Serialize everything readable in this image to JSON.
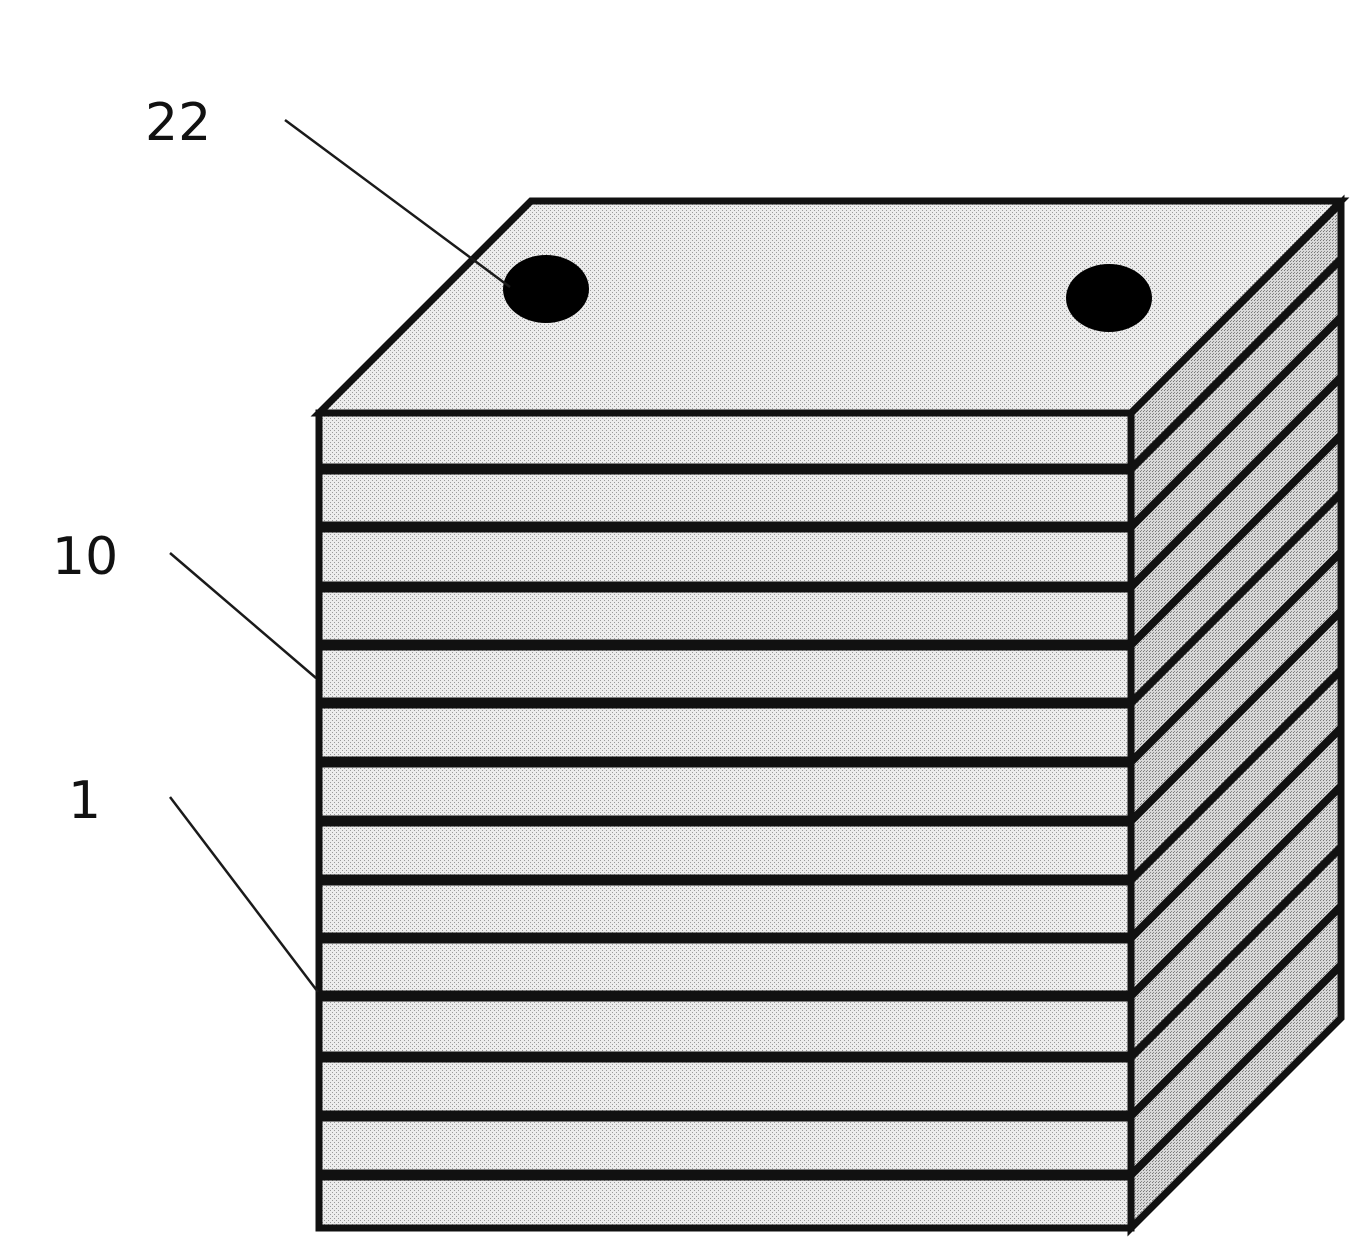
{
  "figure": {
    "labels": {
      "ref_22": "22",
      "ref_10": "10",
      "ref_1": "1"
    },
    "stack": {
      "plate_count": 14,
      "hole_count": 2
    },
    "colors": {
      "background": "#ffffff",
      "outline": "#111111",
      "plate_face": "#e4e4e4",
      "side_face": "#cfcfcf",
      "hole": "#000000"
    }
  }
}
